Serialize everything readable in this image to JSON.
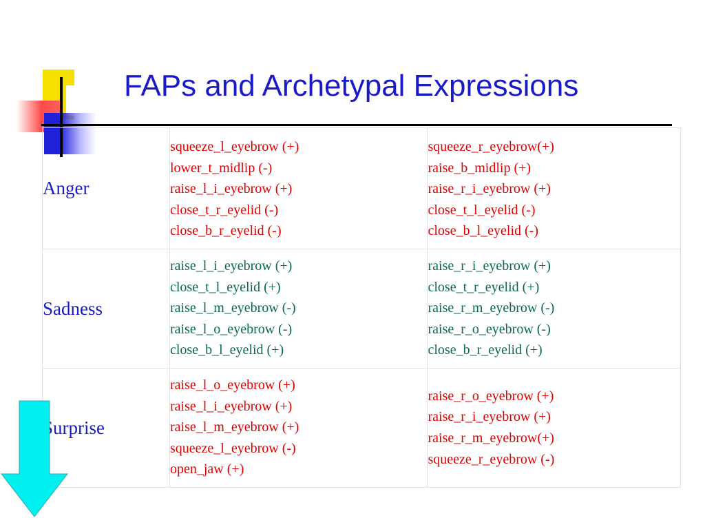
{
  "title": "FAPs and Archetypal Expressions",
  "colors": {
    "title": "#1a1ac8",
    "emotion_label": "#1a1ac8",
    "red_text": "#e00000",
    "green_text": "#0a6b4a",
    "arrow": "#00f0f0"
  },
  "rows": [
    {
      "emotion": "Anger",
      "left": [
        "squeeze_l_eyebrow (+)",
        "lower_t_midlip (-)",
        "raise_l_i_eyebrow (+)",
        "close_t_r_eyelid (-)",
        "close_b_r_eyelid (-)"
      ],
      "right": [
        "squeeze_r_eyebrow(+)",
        "raise_b_midlip (+)",
        "raise_r_i_eyebrow (+)",
        "close_t_l_eyelid (-)",
        "close_b_l_eyelid (-)"
      ]
    },
    {
      "emotion": "Sadness",
      "left": [
        "raise_l_i_eyebrow (+)",
        "close_t_l_eyelid (+)",
        "raise_l_m_eyebrow (-)",
        "raise_l_o_eyebrow (-)",
        "close_b_l_eyelid (+)"
      ],
      "right": [
        "raise_r_i_eyebrow (+)",
        "close_t_r_eyelid (+)",
        "raise_r_m_eyebrow (-)",
        "raise_r_o_eyebrow (-)",
        "close_b_r_eyelid (+)"
      ]
    },
    {
      "emotion": "Surprise",
      "left": [
        "raise_l_o_eyebrow (+)",
        "raise_l_i_eyebrow (+)",
        "raise_l_m_eyebrow (+)",
        "squeeze_l_eyebrow (-)",
        "open_jaw (+)"
      ],
      "right": [
        "raise_r_o_eyebrow (+)",
        "raise_r_i_eyebrow (+)",
        "raise_r_m_eyebrow(+)",
        "squeeze_r_eyebrow (-)"
      ]
    }
  ],
  "icons": {
    "logo": "colored-squares-logo-icon",
    "arrow": "down-arrow-icon"
  }
}
